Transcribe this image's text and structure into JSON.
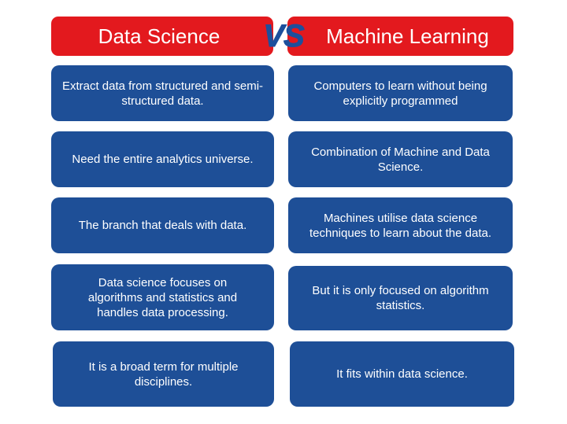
{
  "left_column": {
    "title": "Data Science",
    "items": [
      "Extract data from structured and semi-structured data.",
      "Need the entire analytics universe.",
      "The branch that deals with data.",
      "Data science focuses on algorithms and statistics and handles data processing.",
      "It is a broad term for multiple disciplines."
    ]
  },
  "separator": "VS",
  "right_column": {
    "title": "Machine Learning",
    "items": [
      "Computers to learn without being explicitly programmed",
      "Combination of Machine and Data Science.",
      "Machines utilise data science techniques to learn about the data.",
      "But it is only focused on algorithm statistics.",
      "It fits within data science."
    ]
  },
  "colors": {
    "header_red": "#e3191e",
    "box_blue": "#1e4f97",
    "vs_blue": "#1d4f9c",
    "text_white": "#ffffff"
  }
}
